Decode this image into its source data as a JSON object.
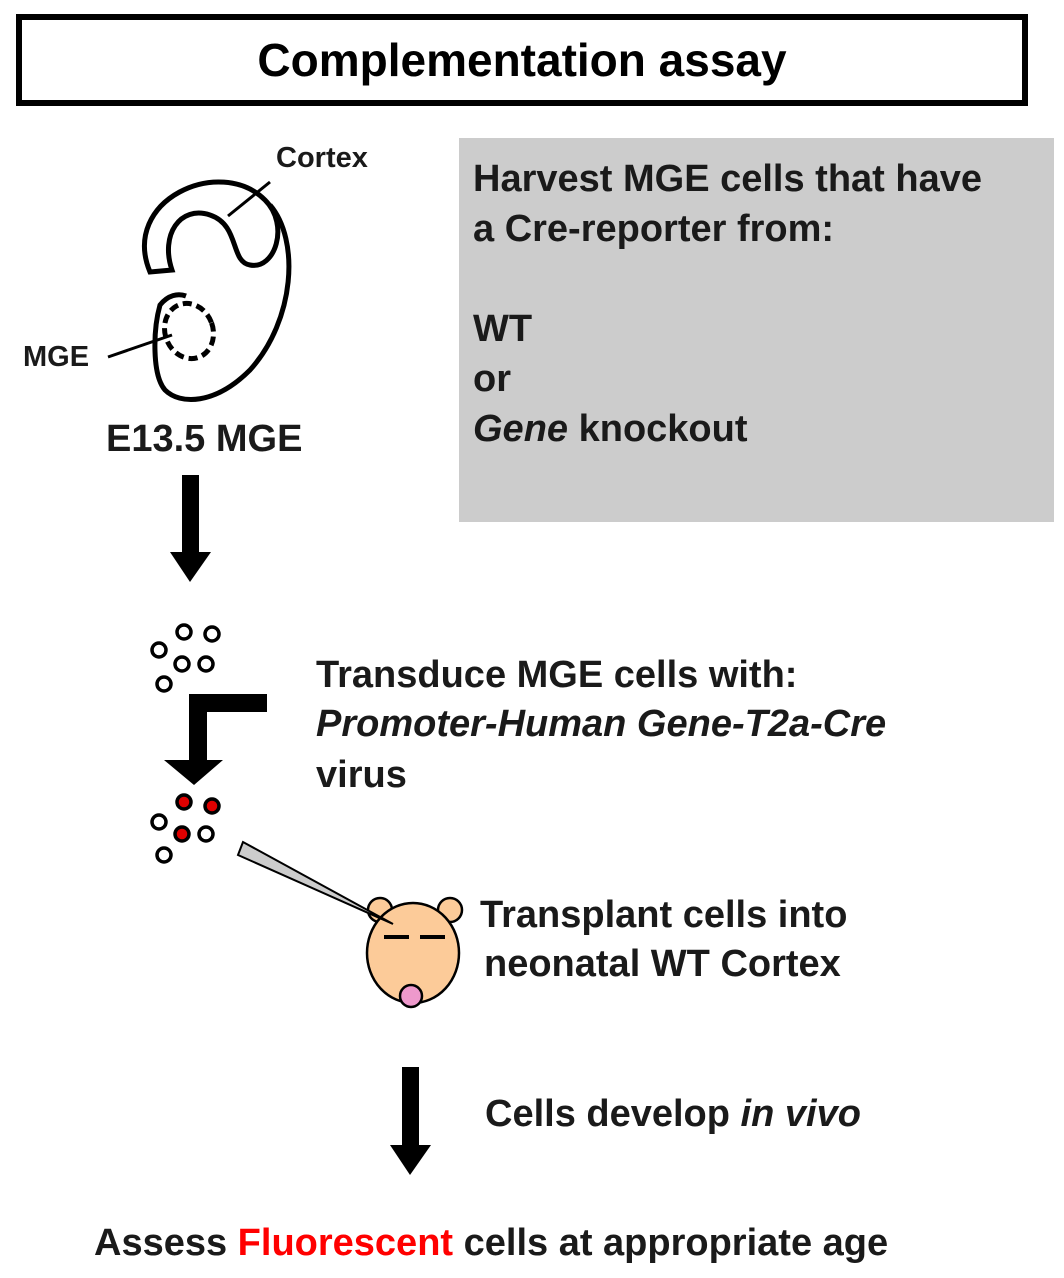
{
  "title": "Complementation assay",
  "brain": {
    "cortex_label": "Cortex",
    "mge_label": "MGE",
    "caption": "E13.5 MGE"
  },
  "harvest": {
    "line1": "Harvest MGE cells that have",
    "line2": "a Cre-reporter from:",
    "line3": "WT",
    "line4": "or",
    "line5_italic": "Gene",
    "line5_rest": " knockout"
  },
  "transduce": {
    "line1": "Transduce MGE cells with:",
    "line2_italic": "Promoter-Human Gene-T2a-Cre",
    "line3": "virus"
  },
  "transplant": {
    "line1": "Transplant cells into",
    "line2": "neonatal WT Cortex"
  },
  "develop": {
    "text": "Cells develop ",
    "text_italic": "in vivo"
  },
  "assess": {
    "before": "Assess ",
    "highlight": "Fluorescent",
    "after": " cells at appropriate age"
  },
  "colors": {
    "highlight": "#ff0000",
    "cell_fill_red": "#e00000",
    "head_fill": "#fccb99",
    "nose_fill": "#ee99cc",
    "box_gray": "#cccccc"
  }
}
